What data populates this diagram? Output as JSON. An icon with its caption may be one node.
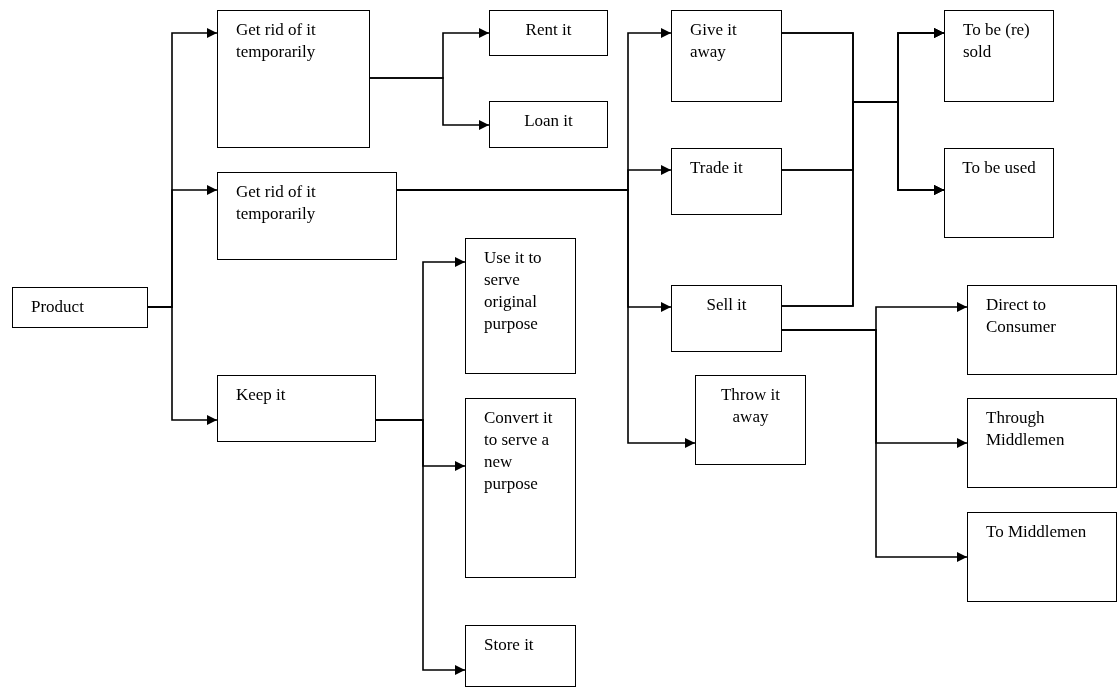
{
  "diagram": {
    "nodes": [
      {
        "text": [
          "Product"
        ]
      },
      {
        "text": [
          "Get rid of it temporarily"
        ]
      },
      {
        "text": [
          "Rent it"
        ]
      },
      {
        "text": [
          "Loan it"
        ]
      },
      {
        "text": [
          "Get rid of it temporarily"
        ]
      },
      {
        "text": [
          "Keep it"
        ]
      },
      {
        "text": [
          "Use it to serve original purpose"
        ]
      },
      {
        "text": [
          "Convert it to serve a new purpose"
        ]
      },
      {
        "text": [
          "Store it"
        ]
      },
      {
        "text": [
          "Give it away"
        ]
      },
      {
        "text": [
          "Trade it"
        ]
      },
      {
        "text": [
          "Sell it"
        ]
      },
      {
        "text": [
          "Throw it away"
        ]
      },
      {
        "text": [
          "To be (re) sold"
        ]
      },
      {
        "text": [
          "To be used"
        ]
      },
      {
        "text": [
          "Direct to Consumer"
        ]
      },
      {
        "text": [
          "Through Middlemen"
        ]
      },
      {
        "text": [
          "To Middlemen"
        ]
      }
    ],
    "edges": [
      {
        "from": 0,
        "to": 1,
        "arrow": "to"
      },
      {
        "from": 0,
        "to": 4,
        "arrow": "to"
      },
      {
        "from": 0,
        "to": 5,
        "arrow": "to"
      },
      {
        "from": 1,
        "to": 2,
        "arrow": "to"
      },
      {
        "from": 1,
        "to": 3,
        "arrow": "to"
      },
      {
        "from": 4,
        "to": 9,
        "arrow": "to"
      },
      {
        "from": 4,
        "to": 10,
        "arrow": "to"
      },
      {
        "from": 4,
        "to": 11,
        "arrow": "to"
      },
      {
        "from": 4,
        "to": 12,
        "arrow": "to"
      },
      {
        "from": 5,
        "to": 6,
        "arrow": "to"
      },
      {
        "from": 5,
        "to": 7,
        "arrow": "to"
      },
      {
        "from": 5,
        "to": 8,
        "arrow": "to"
      },
      {
        "from": 9,
        "to": 13,
        "arrow": "to"
      },
      {
        "from": 9,
        "to": 14,
        "arrow": "to"
      },
      {
        "from": 10,
        "to": 13,
        "arrow": "to"
      },
      {
        "from": 10,
        "to": 14,
        "arrow": "to"
      },
      {
        "from": 11,
        "to": 13,
        "arrow": "to"
      },
      {
        "from": 11,
        "to": 14,
        "arrow": "to"
      },
      {
        "from": 11,
        "to": 15,
        "arrow": "to"
      },
      {
        "from": 11,
        "to": 16,
        "arrow": "to"
      },
      {
        "from": 11,
        "to": 17,
        "arrow": "to"
      }
    ]
  }
}
